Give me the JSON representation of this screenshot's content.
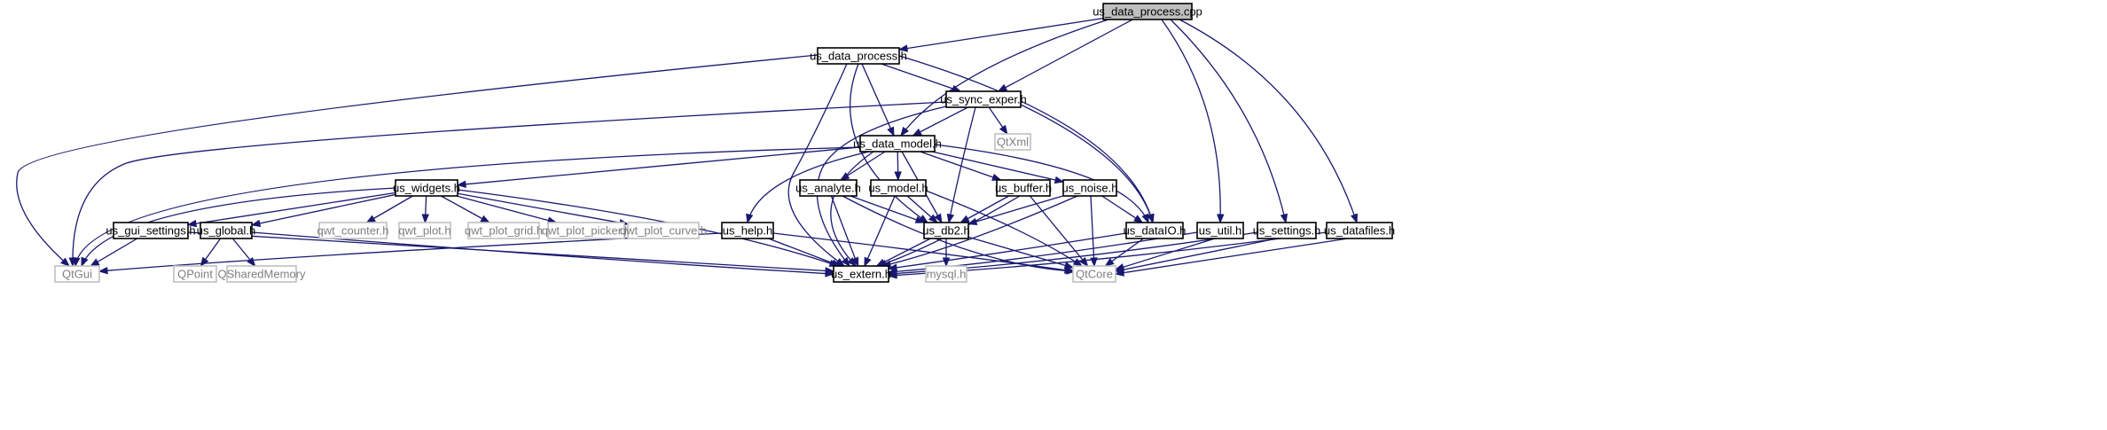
{
  "graph": {
    "edge_color": "#191970",
    "nodes": [
      {
        "id": "root",
        "label": "us_data_process.cpp",
        "kind": "root"
      },
      {
        "id": "us_data_process_h",
        "label": "us_data_process.h",
        "kind": "internal"
      },
      {
        "id": "us_sync_exper_h",
        "label": "us_sync_exper.h",
        "kind": "internal"
      },
      {
        "id": "us_data_model_h",
        "label": "us_data_model.h",
        "kind": "internal"
      },
      {
        "id": "qtxml",
        "label": "QtXml",
        "kind": "external"
      },
      {
        "id": "us_widgets_h",
        "label": "us_widgets.h",
        "kind": "internal"
      },
      {
        "id": "us_analyte_h",
        "label": "us_analyte.h",
        "kind": "internal"
      },
      {
        "id": "us_model_h",
        "label": "us_model.h",
        "kind": "internal"
      },
      {
        "id": "us_buffer_h",
        "label": "us_buffer.h",
        "kind": "internal"
      },
      {
        "id": "us_noise_h",
        "label": "us_noise.h",
        "kind": "internal"
      },
      {
        "id": "us_gui_settings_h",
        "label": "us_gui_settings.h",
        "kind": "internal"
      },
      {
        "id": "us_global_h",
        "label": "us_global.h",
        "kind": "internal"
      },
      {
        "id": "qwt_counter_h",
        "label": "qwt_counter.h",
        "kind": "external"
      },
      {
        "id": "qwt_plot_h",
        "label": "qwt_plot.h",
        "kind": "external"
      },
      {
        "id": "qwt_plot_grid_h",
        "label": "qwt_plot_grid.h",
        "kind": "external"
      },
      {
        "id": "qwt_plot_picker_h",
        "label": "qwt_plot_picker.h",
        "kind": "external"
      },
      {
        "id": "qwt_plot_curve_h",
        "label": "qwt_plot_curve.h",
        "kind": "external"
      },
      {
        "id": "us_help_h",
        "label": "us_help.h",
        "kind": "internal"
      },
      {
        "id": "us_db2_h",
        "label": "us_db2.h",
        "kind": "internal"
      },
      {
        "id": "us_dataio_h",
        "label": "us_dataIO.h",
        "kind": "internal"
      },
      {
        "id": "us_util_h",
        "label": "us_util.h",
        "kind": "internal"
      },
      {
        "id": "us_settings_h",
        "label": "us_settings.h",
        "kind": "internal"
      },
      {
        "id": "us_datafiles_h",
        "label": "us_datafiles.h",
        "kind": "internal"
      },
      {
        "id": "qtgui",
        "label": "QtGui",
        "kind": "external"
      },
      {
        "id": "qpoint",
        "label": "QPoint",
        "kind": "external"
      },
      {
        "id": "qsharedmemory",
        "label": "QSharedMemory",
        "kind": "external"
      },
      {
        "id": "us_extern_h",
        "label": "us_extern.h",
        "kind": "internal"
      },
      {
        "id": "mysql_h",
        "label": "mysql.h",
        "kind": "external"
      },
      {
        "id": "qtcore",
        "label": "QtCore",
        "kind": "external"
      }
    ],
    "edges": [
      {
        "from": "root",
        "to": "us_data_process_h"
      },
      {
        "from": "root",
        "to": "us_sync_exper_h"
      },
      {
        "from": "root",
        "to": "us_data_model_h"
      },
      {
        "from": "root",
        "to": "us_util_h"
      },
      {
        "from": "root",
        "to": "us_settings_h"
      },
      {
        "from": "root",
        "to": "us_datafiles_h"
      },
      {
        "from": "us_data_process_h",
        "to": "qtgui"
      },
      {
        "from": "us_data_process_h",
        "to": "us_sync_exper_h"
      },
      {
        "from": "us_data_process_h",
        "to": "us_data_model_h"
      },
      {
        "from": "us_data_process_h",
        "to": "us_extern_h"
      },
      {
        "from": "us_data_process_h",
        "to": "us_db2_h"
      },
      {
        "from": "us_data_process_h",
        "to": "us_dataio_h"
      },
      {
        "from": "us_sync_exper_h",
        "to": "us_data_model_h"
      },
      {
        "from": "us_sync_exper_h",
        "to": "qtxml"
      },
      {
        "from": "us_sync_exper_h",
        "to": "us_dataio_h"
      },
      {
        "from": "us_sync_exper_h",
        "to": "us_db2_h"
      },
      {
        "from": "us_sync_exper_h",
        "to": "qtgui"
      },
      {
        "from": "us_sync_exper_h",
        "to": "us_extern_h"
      },
      {
        "from": "us_data_model_h",
        "to": "us_widgets_h"
      },
      {
        "from": "us_data_model_h",
        "to": "us_analyte_h"
      },
      {
        "from": "us_data_model_h",
        "to": "us_model_h"
      },
      {
        "from": "us_data_model_h",
        "to": "us_buffer_h"
      },
      {
        "from": "us_data_model_h",
        "to": "us_noise_h"
      },
      {
        "from": "us_data_model_h",
        "to": "us_dataio_h"
      },
      {
        "from": "us_data_model_h",
        "to": "us_help_h"
      },
      {
        "from": "us_data_model_h",
        "to": "us_db2_h"
      },
      {
        "from": "us_data_model_h",
        "to": "us_extern_h"
      },
      {
        "from": "us_data_model_h",
        "to": "qtgui"
      },
      {
        "from": "us_widgets_h",
        "to": "us_gui_settings_h"
      },
      {
        "from": "us_widgets_h",
        "to": "us_global_h"
      },
      {
        "from": "us_widgets_h",
        "to": "qwt_counter_h"
      },
      {
        "from": "us_widgets_h",
        "to": "qwt_plot_h"
      },
      {
        "from": "us_widgets_h",
        "to": "qwt_plot_grid_h"
      },
      {
        "from": "us_widgets_h",
        "to": "qwt_plot_picker_h"
      },
      {
        "from": "us_widgets_h",
        "to": "qwt_plot_curve_h"
      },
      {
        "from": "us_widgets_h",
        "to": "qtgui"
      },
      {
        "from": "us_widgets_h",
        "to": "us_extern_h"
      },
      {
        "from": "us_gui_settings_h",
        "to": "qtgui"
      },
      {
        "from": "us_gui_settings_h",
        "to": "us_extern_h"
      },
      {
        "from": "us_global_h",
        "to": "qpoint"
      },
      {
        "from": "us_global_h",
        "to": "qsharedmemory"
      },
      {
        "from": "us_global_h",
        "to": "us_extern_h"
      },
      {
        "from": "us_help_h",
        "to": "qtgui"
      },
      {
        "from": "us_help_h",
        "to": "us_extern_h"
      },
      {
        "from": "us_help_h",
        "to": "qtcore"
      },
      {
        "from": "us_analyte_h",
        "to": "us_db2_h"
      },
      {
        "from": "us_analyte_h",
        "to": "us_extern_h"
      },
      {
        "from": "us_analyte_h",
        "to": "qtcore"
      },
      {
        "from": "us_model_h",
        "to": "us_db2_h"
      },
      {
        "from": "us_model_h",
        "to": "us_extern_h"
      },
      {
        "from": "us_model_h",
        "to": "qtcore"
      },
      {
        "from": "us_buffer_h",
        "to": "us_db2_h"
      },
      {
        "from": "us_buffer_h",
        "to": "us_extern_h"
      },
      {
        "from": "us_buffer_h",
        "to": "qtcore"
      },
      {
        "from": "us_noise_h",
        "to": "us_db2_h"
      },
      {
        "from": "us_noise_h",
        "to": "us_dataio_h"
      },
      {
        "from": "us_noise_h",
        "to": "us_extern_h"
      },
      {
        "from": "us_noise_h",
        "to": "qtcore"
      },
      {
        "from": "us_db2_h",
        "to": "us_extern_h"
      },
      {
        "from": "us_db2_h",
        "to": "mysql_h"
      },
      {
        "from": "us_db2_h",
        "to": "qtcore"
      },
      {
        "from": "us_dataio_h",
        "to": "us_extern_h"
      },
      {
        "from": "us_dataio_h",
        "to": "qtcore"
      },
      {
        "from": "us_util_h",
        "to": "us_extern_h"
      },
      {
        "from": "us_util_h",
        "to": "qtcore"
      },
      {
        "from": "us_settings_h",
        "to": "us_extern_h"
      },
      {
        "from": "us_settings_h",
        "to": "qtcore"
      },
      {
        "from": "us_datafiles_h",
        "to": "us_extern_h"
      },
      {
        "from": "us_datafiles_h",
        "to": "qtcore"
      }
    ]
  }
}
